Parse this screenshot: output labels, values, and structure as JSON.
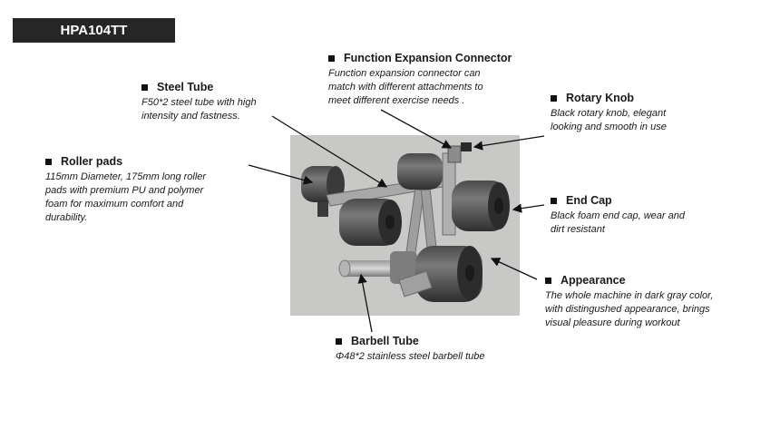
{
  "model": "HPA104TT",
  "callouts": {
    "steel_tube": {
      "title": "Steel Tube",
      "desc": "F50*2 steel tube with high\nintensity and fastness."
    },
    "function_connector": {
      "title": "Function Expansion Connector",
      "desc": "Function expansion connector can\nmatch with different attachments to\nmeet different exercise needs ."
    },
    "rotary_knob": {
      "title": "Rotary Knob",
      "desc": "Black  rotary knob, elegant\nlooking and  smooth in use"
    },
    "roller_pads": {
      "title": "Roller pads",
      "desc": "115mm Diameter, 175mm long roller\npads with  premium PU and polymer\nfoam for maximum comfort and\ndurability."
    },
    "end_cap": {
      "title": "End Cap",
      "desc": "Black foam end cap, wear and\ndirt resistant"
    },
    "appearance": {
      "title": "Appearance",
      "desc": "The whole machine in dark gray color,\nwith distingushed appearance, brings\nvisual pleasure during workout"
    },
    "barbell_tube": {
      "title": "Barbell Tube",
      "desc": "Φ48*2 stainless steel barbell tube"
    }
  }
}
